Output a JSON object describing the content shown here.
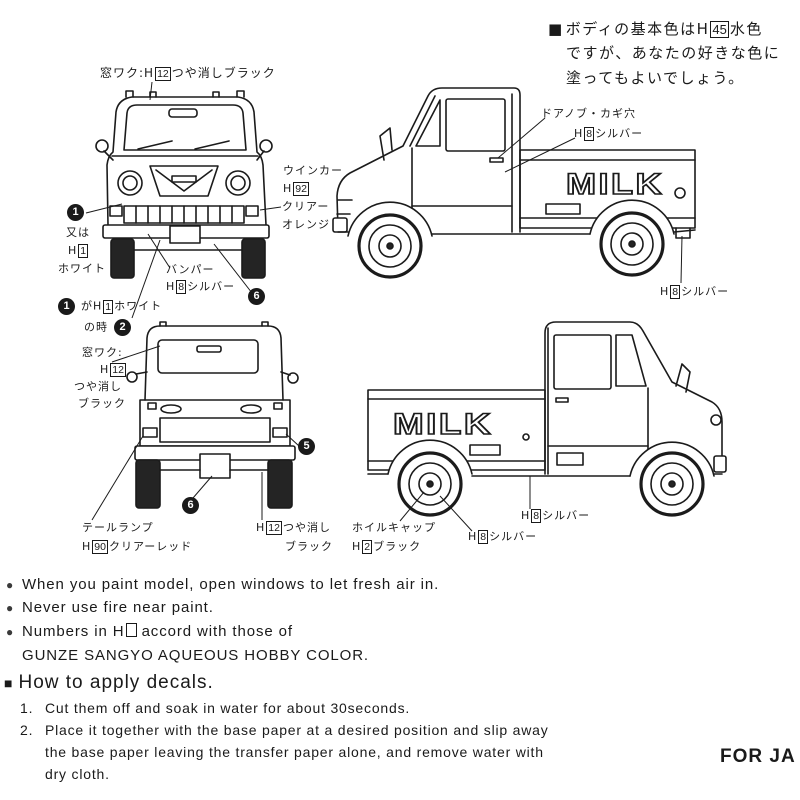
{
  "note": {
    "marker": "■",
    "line1_pre": "ボディの基本色はH",
    "line1_num": "45",
    "line1_post": "水色",
    "line2": "ですが、あなたの好きな色に",
    "line3": "塗ってもよいでしょう。"
  },
  "front_view": {
    "window_frame": {
      "pre": "窓ワク:H",
      "num": "12",
      "post": "つや消しブラック"
    },
    "winker": {
      "title": "ウインカー",
      "h": "H",
      "num": "92",
      "line3": "クリアー",
      "line4": "オレンジ"
    },
    "alt_white": {
      "badge": "1",
      "line1": "又は",
      "h": "H",
      "num": "1",
      "line3": "ホワイト"
    },
    "bumper": {
      "title": "バンパー",
      "h": "H",
      "num": "8",
      "post": "シルバー"
    },
    "badge_6": "6",
    "when_white": {
      "badge": "1",
      "pre": "がH",
      "num": "1",
      "post": "ホワイト",
      "line2": "の時",
      "badge_2": "2"
    }
  },
  "side_view_left": {
    "decal": "MILK",
    "door": {
      "title": "ドアノブ・カギ穴",
      "h": "H",
      "num": "8",
      "post": "シルバー"
    },
    "rear_part": {
      "h": "H",
      "num": "8",
      "post": "シルバー"
    }
  },
  "rear_view": {
    "window_frame": {
      "line1": "窓ワク:",
      "h": "H",
      "num": "12",
      "line3": "つや消し",
      "line4": "ブラック"
    },
    "badge_5": "5",
    "badge_6": "6",
    "tail_lamp": {
      "title": "テールランプ",
      "h": "H",
      "num": "90",
      "post": "クリアーレッド"
    },
    "underbody": {
      "h": "H",
      "num": "12",
      "post": "つや消し",
      "line2": "ブラック"
    }
  },
  "side_view_right": {
    "decal": "MILK",
    "wheel_cap": {
      "title": "ホイルキャップ",
      "h": "H",
      "num": "2",
      "post": "ブラック"
    },
    "hub": {
      "h": "H",
      "num": "8",
      "post": "シルバー"
    },
    "sill": {
      "h": "H",
      "num": "8",
      "post": "シルバー"
    }
  },
  "cautions": {
    "bullet": "●",
    "items": [
      "When you paint model, open windows to let fresh air in.",
      "Never use fire near paint."
    ],
    "numbers_pre": "Numbers in H",
    "numbers_post": " accord with those of",
    "numbers_line2": "GUNZE SANGYO AQUEOUS HOBBY COLOR."
  },
  "decals": {
    "marker": "■",
    "heading": "How to apply decals.",
    "steps": [
      {
        "num": "1.",
        "lines": [
          "Cut them off and soak in water for about 30seconds."
        ]
      },
      {
        "num": "2.",
        "lines": [
          "Place it together with the base paper at a desired position and slip away",
          "the base paper leaving the transfer paper alone, and remove water with",
          "dry cloth."
        ]
      }
    ]
  },
  "footer": {
    "text": "FOR JA"
  }
}
